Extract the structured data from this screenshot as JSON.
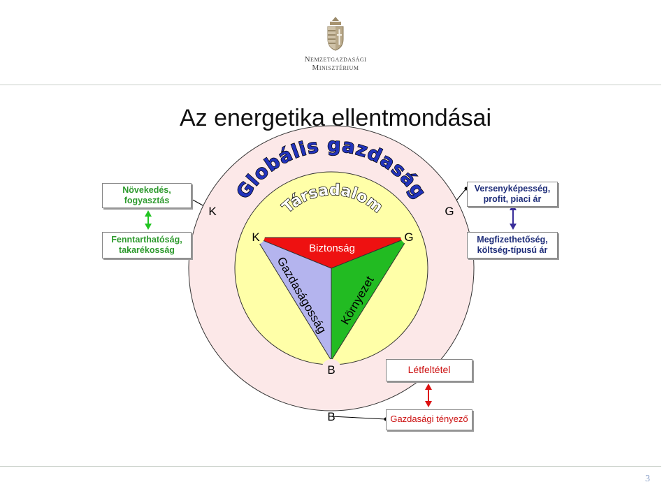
{
  "logo": {
    "line1": "Nemzetgazdasági",
    "line2": "Minisztérium"
  },
  "title": "Az energetika ellentmondásai",
  "page_number": "3",
  "rings": {
    "outer_arc": "Globális gazdaság",
    "inner_arc": "Társadalom"
  },
  "triangle": {
    "top": "Biztonság",
    "left": "Gazdaságosság",
    "right": "Környezet"
  },
  "corner_letters": {
    "outer_k": "K",
    "inner_k": "K",
    "outer_g": "G",
    "inner_g": "G",
    "inner_b": "B",
    "outer_b": "B"
  },
  "boxes": {
    "left_top": [
      "Növekedés,",
      "fogyasztás"
    ],
    "left_bottom": [
      "Fenntarthatóság,",
      "takarékosság"
    ],
    "right_top": [
      "Versenyképesség,",
      "profit, piaci ár"
    ],
    "right_bottom": [
      "Megfizethetőség,",
      "költség-típusú ár"
    ],
    "bottom_top": "Létfeltétel",
    "bottom_bottom": "Gazdasági tényező"
  },
  "colors": {
    "left_text": "#2e9a2e",
    "right_text": "#1f2e7a",
    "bottom_text": "#cc1111",
    "globe_text": "#2233bb",
    "outer_ring": "#fce8e8",
    "inner_circle": "#ffffa8",
    "triangle_top": "#ee1111",
    "triangle_left": "#b4b4ee",
    "triangle_right": "#22bb22",
    "arrow_left": "#22c422",
    "arrow_right": "#3a2e9a",
    "arrow_bottom": "#dd1111"
  }
}
